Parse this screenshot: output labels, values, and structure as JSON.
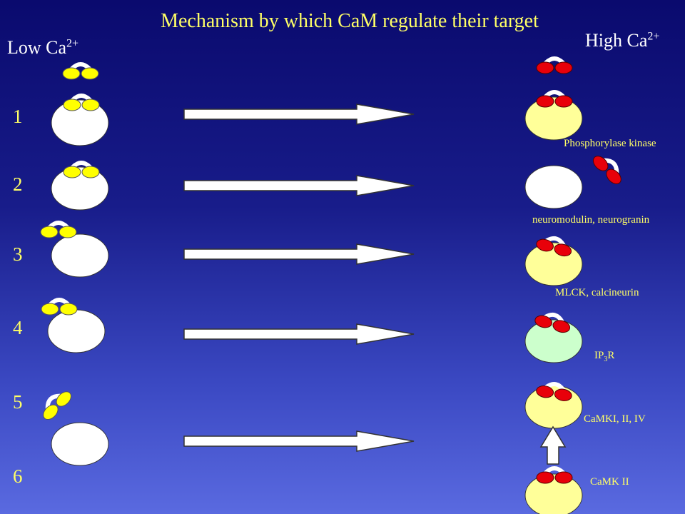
{
  "title": "Mechanism by which CaM regulate their target",
  "low_label": {
    "text": "Low Ca",
    "sup": "2+"
  },
  "high_label": {
    "text": "High Ca",
    "sup": "2+"
  },
  "rows": [
    {
      "number": "1",
      "target_text": "Phosphorylase kinase"
    },
    {
      "number": "2",
      "target_text": "neuromodulin, neurogranin"
    },
    {
      "number": "3",
      "target_text": "MLCK, calcineurin"
    },
    {
      "number": "4",
      "target_main": "IP",
      "target_sub": "3",
      "target_tail": "R"
    },
    {
      "number": "5",
      "target_text": "CaMKI, II, IV"
    },
    {
      "number": "6",
      "target_text": "CaMK II"
    }
  ],
  "colors": {
    "low_calcium_lobe": "#ffff00",
    "high_calcium_lobe": "#e8000a",
    "target_white": "#ffffff",
    "target_yellow": "#ffff99",
    "target_green": "#ccffcc",
    "title_text": "#ffff66"
  }
}
